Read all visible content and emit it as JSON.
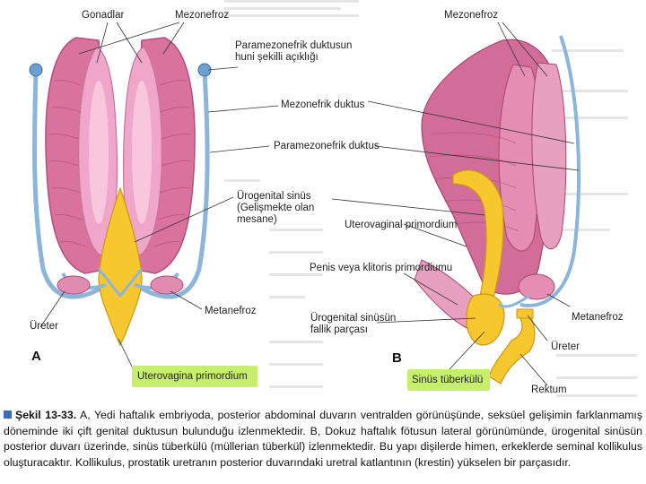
{
  "panel_a": {
    "letter": "A",
    "labels": {
      "gonadlar": "Gonadlar",
      "mezonefroz": "Mezonefroz",
      "paramezonefrik_huni": "Paramezonefrik duktusun huni şekilli açıklığı",
      "mezonefrik_duktus": "Mezonefrik duktus",
      "paramezonefrik_duktus": "Paramezonefrik duktus",
      "urogenital_sinus": "Ürogenital sinüs (Gelişmekte olan mesane)",
      "metanefroz": "Metanefroz",
      "ureter": "Üreter",
      "uterovagina_primordium": "Uterovagina primordium"
    }
  },
  "panel_b": {
    "letter": "B",
    "labels": {
      "mezonefroz": "Mezonefroz",
      "uterovaginal_primordium": "Uterovaginal primordium",
      "penis_klitoris": "Penis veya klitoris primordiumu",
      "fallik_parca": "Ürogenital sinüsün fallik parçası",
      "metanefroz": "Metanefroz",
      "ureter": "Üreter",
      "sinus_tuberkulu": "Sinüs tüberkülü",
      "rektum": "Rektum"
    }
  },
  "caption": {
    "figure_label": "Şekil 13-33.",
    "text": " A, Yedi haftalık embriyoda, posterior abdominal duvarın ventralden görünüşünde, seksüel gelişimin farklanmamış döneminde iki çift genital duktusun bulunduğu izlenmektedir. B, Dokuz haftalık fötusun lateral görünümünde, ürogenital sinüsün posterior duvarı üzerinde, sinüs tüberkülü (müllerian tüberkül) izlenmektedir. Bu yapı dişilerde himen, erkeklerde seminal kollikulus oluşturacaktır. Kollikulus, prostatik uretranın posterior duvarındaki uretral katlantının (krestin) yükselen bir parçasıdır."
  },
  "colors": {
    "mesonephros": "#d9739e",
    "gonad": "#efa6c8",
    "duct_blue": "#8bb5db",
    "sinus_yellow": "#f6c72e",
    "highlight_green": "#c7ef6b",
    "caption_bullet": "#3a6fb3"
  }
}
